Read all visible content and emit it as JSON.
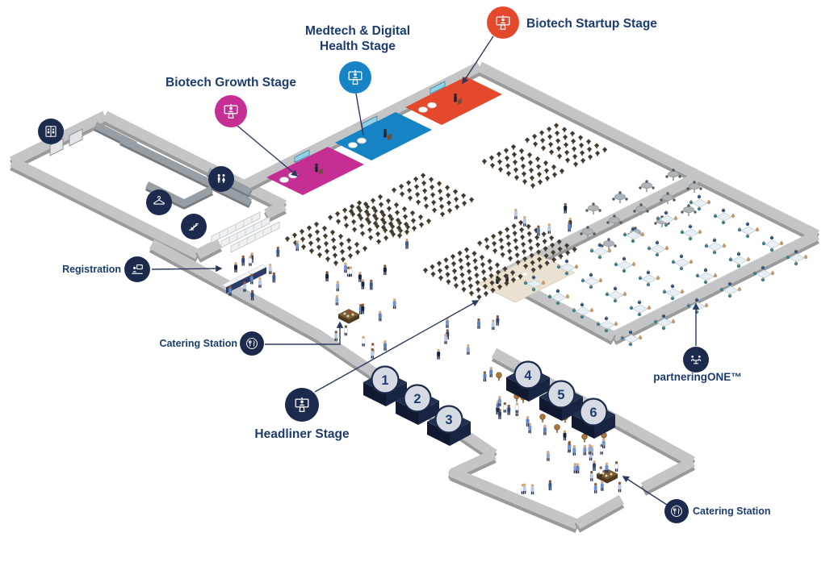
{
  "stages": {
    "growth": {
      "label": "Biotech Growth Stage",
      "color": "#c52e92"
    },
    "medtech": {
      "label_line1": "Medtech & Digital",
      "label_line2": "Health Stage",
      "color": "#1583c4"
    },
    "startup": {
      "label": "Biotech Startup Stage",
      "color": "#e4492e"
    },
    "headliner": {
      "label": "Headliner Stage",
      "color": "#1c2b4d"
    }
  },
  "areas": {
    "registration": {
      "label": "Registration"
    },
    "catering_left": {
      "label": "Catering Station"
    },
    "catering_right": {
      "label": "Catering Station"
    },
    "partnering_one": {
      "label": "partneringONE™"
    }
  },
  "booths": [
    {
      "number": "1"
    },
    {
      "number": "2"
    },
    {
      "number": "3"
    },
    {
      "number": "4"
    },
    {
      "number": "5"
    },
    {
      "number": "6"
    }
  ],
  "icons": {
    "stage": "podium-icon",
    "registration": "registration-desk-icon",
    "catering": "fork-knife-icon",
    "partnering_one": "meeting-icon",
    "elevator": "elevator-icon",
    "restroom": "restroom-icon",
    "cloakroom": "coat-hanger-icon",
    "escalator": "escalator-icon"
  },
  "colors": {
    "navy": "#1c2b4d",
    "label_text": "#1d3c6e",
    "stage_red": "#e4492e",
    "stage_blue": "#1583c4",
    "stage_magenta": "#c52e92",
    "leader_line": "#2b3a5c",
    "wall_side": "#9a9a9a",
    "wall_top": "#c4c5c7",
    "booth_circle_fill": "#d6dbe3",
    "headliner_floor": "#e9e2d3"
  }
}
